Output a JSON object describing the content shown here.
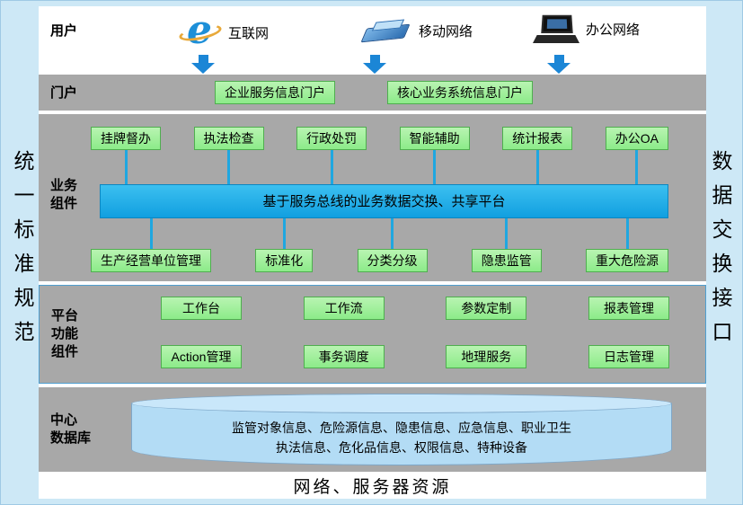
{
  "side_labels": {
    "left": "统一标准规范",
    "right": "数据交换接口"
  },
  "users": {
    "label": "用户",
    "items": [
      {
        "icon": "internet-explorer-icon",
        "icon_glyph": "e",
        "label": "互联网"
      },
      {
        "icon": "mobile-device-icon",
        "label": "移动网络"
      },
      {
        "icon": "laptop-icon",
        "label": "办公网络"
      }
    ]
  },
  "portal": {
    "label": "门户",
    "items": [
      "企业服务信息门户",
      "核心业务系统信息门户"
    ]
  },
  "business": {
    "label": "业务\n组件",
    "top_items": [
      "挂牌督办",
      "执法检查",
      "行政处罚",
      "智能辅助",
      "统计报表",
      "办公OA"
    ],
    "bus_label": "基于服务总线的业务数据交换、共享平台",
    "bottom_items": [
      "生产经营单位管理",
      "标准化",
      "分类分级",
      "隐患监管",
      "重大危险源"
    ]
  },
  "platform": {
    "label": "平台\n功能\n组件",
    "row1": [
      "工作台",
      "工作流",
      "参数定制",
      "报表管理"
    ],
    "row2": [
      "Action管理",
      "事务调度",
      "地理服务",
      "日志管理"
    ]
  },
  "database": {
    "label": "中心\n数据库",
    "line1": "监管对象信息、危险源信息、隐患信息、应急信息、职业卫生",
    "line2": "执法信息、危化品信息、权限信息、特种设备"
  },
  "footer": "网络、服务器资源",
  "colors": {
    "panel_gray": "#a8a8a8",
    "green_box": "#8ceb89",
    "green_box_light": "#b9f4b2",
    "blue_bar": "#119fe0",
    "connector_blue": "#1fa7e0",
    "arrow_blue": "#1b86d6",
    "cylinder": "#b3dcf5",
    "cylinder_light": "#c9e7fa"
  }
}
